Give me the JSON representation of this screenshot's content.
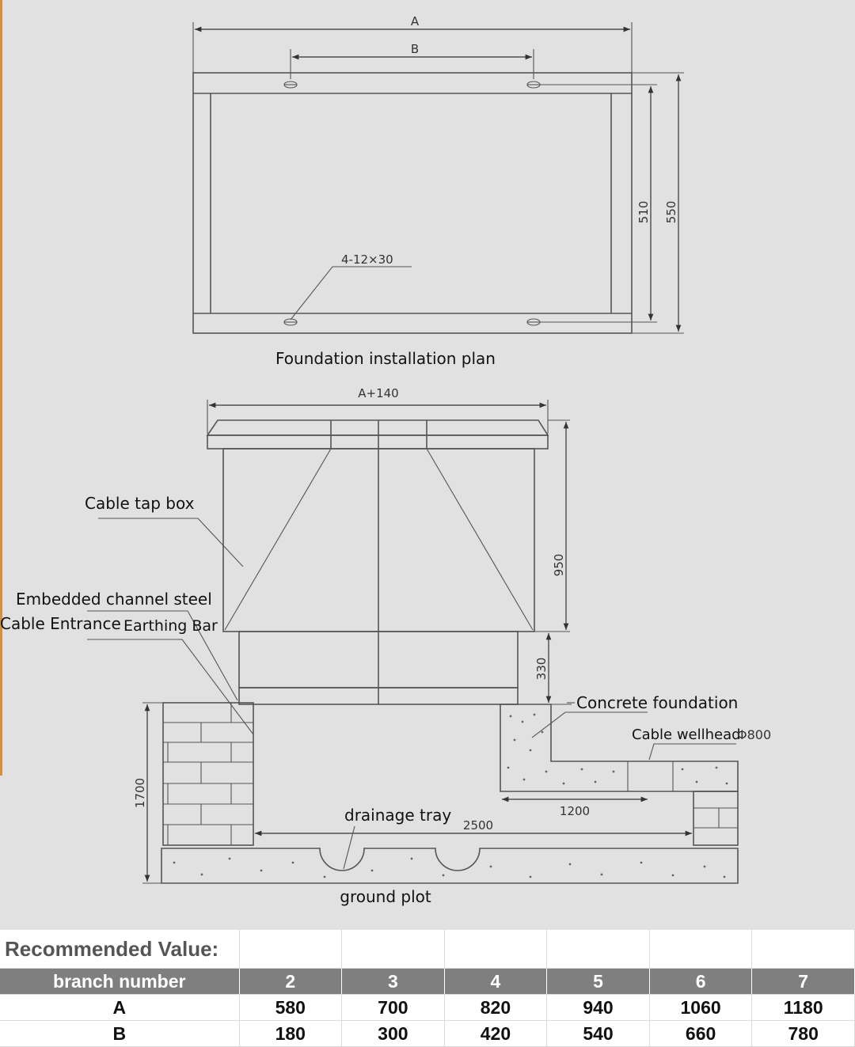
{
  "diagram": {
    "plan_title": "Foundation installation plan",
    "dim_A": "A",
    "dim_B": "B",
    "dim_510": "510",
    "dim_550": "550",
    "holes_note": "4-12×30",
    "dim_A140": "A+140",
    "dim_950": "950",
    "dim_330": "330",
    "dim_1700": "1700",
    "dim_1200": "1200",
    "dim_2500": "2500",
    "label_cable_tap_box": "Cable tap box",
    "label_embedded_channel_steel": "Embedded channel steel",
    "label_cable_entrance": "Cable Entrance",
    "label_earthing_bar": "Earthing Bar",
    "label_concrete_foundation": "Concrete foundation",
    "label_cable_wellhead": "Cable wellhead",
    "label_wellhead_dia": "Φ800",
    "label_drainage_tray": "drainage tray",
    "label_ground_plot": "ground plot"
  },
  "table": {
    "title": "Recommended Value:",
    "header": [
      "branch number",
      "2",
      "3",
      "4",
      "5",
      "6",
      "7"
    ],
    "rows": [
      [
        "A",
        "580",
        "700",
        "820",
        "940",
        "1060",
        "1180"
      ],
      [
        "B",
        "180",
        "300",
        "420",
        "540",
        "660",
        "780"
      ]
    ]
  }
}
